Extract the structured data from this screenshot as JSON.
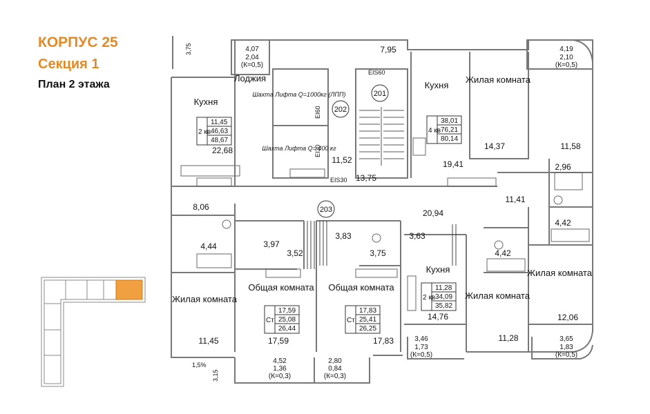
{
  "header": {
    "building": "КОРПУС 25",
    "section": "Секция 1",
    "floor_plan": "План 2 этажа"
  },
  "colors": {
    "accent": "#e48a25",
    "wall": "#7a7a7a",
    "ink": "#111111"
  },
  "rooms": {
    "kitchen_left": "Кухня",
    "loggia": "Лоджия",
    "kitchen_right": "Кухня",
    "living_top": "Жилая комната",
    "kitchen_mid": "Кухня",
    "living_left": "Жилая комната",
    "common_a": "Общая комната",
    "common_b": "Общая комната",
    "living_mid": "Жилая комната",
    "living_right": "Жилая комната"
  },
  "shafts": {
    "shaft_a": "Шахта Лифта Q=1000кг (ЛПП)",
    "shaft_b": "Шахта Лифта Q= 400 кг"
  },
  "apartments": [
    {
      "type": "2 кв",
      "living": "11,45",
      "total": "46,63",
      "area": "48,67"
    },
    {
      "type": "4 кв",
      "living": "38,01",
      "total": "76,21",
      "area": "80,14"
    },
    {
      "type": "2 кв",
      "living": "11,28",
      "total": "34,09",
      "area": "35,82"
    },
    {
      "type": "Ст",
      "living": "17,59",
      "total": "25,08",
      "area": "26,44"
    },
    {
      "type": "Ст",
      "living": "17,83",
      "total": "25,41",
      "area": "26,25"
    }
  ],
  "areas": {
    "a_2268": "22,68",
    "a_1152": "11,52",
    "a_1375": "13,75",
    "a_1941": "19,41",
    "a_1437": "14,37",
    "a_1158": "11,58",
    "a_296": "2,96",
    "a_806": "8,06",
    "a_2094": "20,94",
    "a_1141": "11,41",
    "a_442r": "4,42",
    "a_444": "4,44",
    "a_397": "3,97",
    "a_352": "3,52",
    "a_383": "3,83",
    "a_375": "3,75",
    "a_363": "3,63",
    "a_442m": "4,42",
    "a_1145": "11,45",
    "a_1759": "17,59",
    "a_1783": "17,83",
    "a_1476": "14,76",
    "a_1128": "11,28",
    "a_1206": "12,06",
    "a_795": "7,95"
  },
  "balconies": {
    "b1": [
      "4,07",
      "2,04",
      "(К=0,5)"
    ],
    "b2": [
      "4,19",
      "2,10",
      "(К=0,5)"
    ],
    "b3": [
      "3,46",
      "1,73",
      "(К=0,5)"
    ],
    "b4": [
      "3,65",
      "1,83",
      "(К=0,5)"
    ],
    "b5": [
      "4,52",
      "1,36",
      "(К=0,3)"
    ],
    "b6": [
      "2,80",
      "0,84",
      "(К=0,3)"
    ]
  },
  "markers": {
    "n201": "201",
    "n202": "202",
    "n203": "203",
    "eis60": "EIS60",
    "eis30": "EIS30",
    "ei60": "EI60",
    "ei30": "EI30",
    "dim1": "3,75",
    "dim2": "1,5%",
    "dim3": "3,15"
  }
}
